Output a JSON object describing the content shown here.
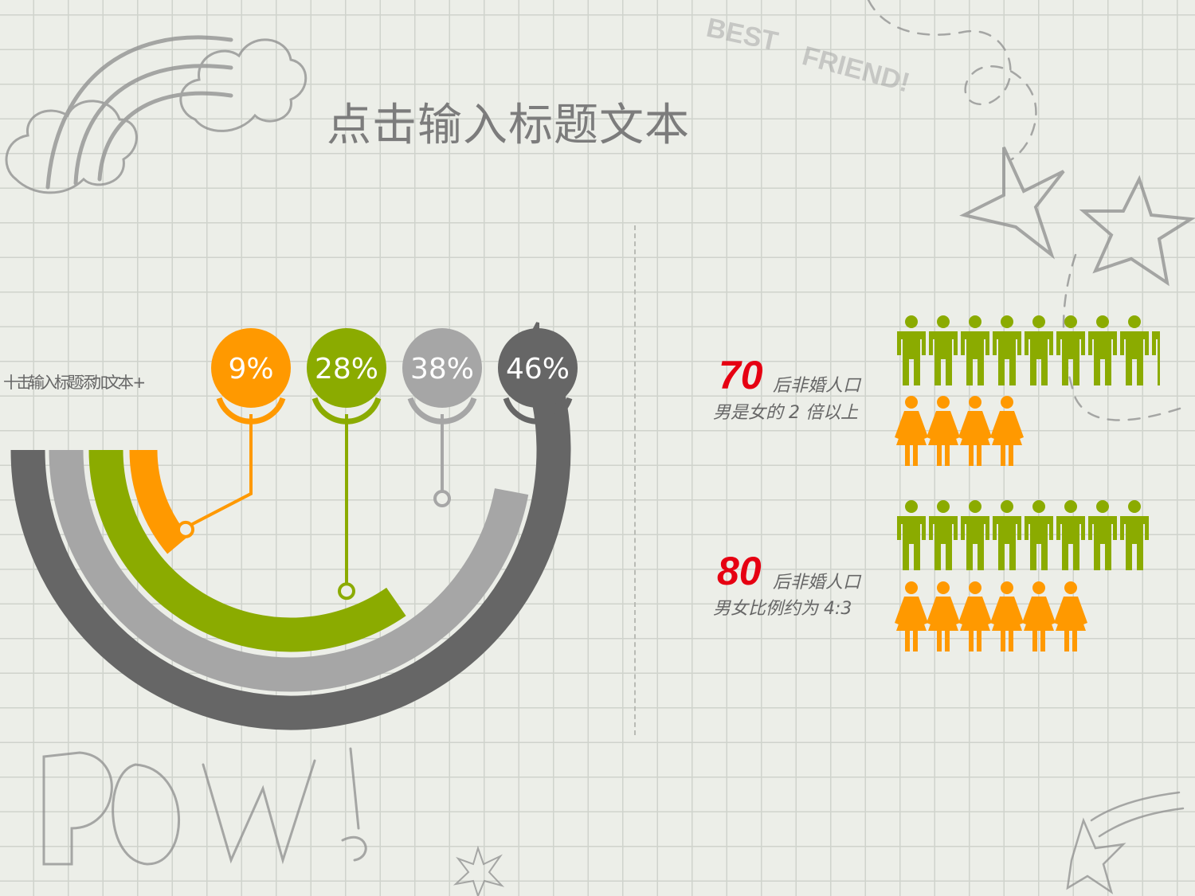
{
  "slide": {
    "title": "点击输入标题文本",
    "side_label": "十击输入标题添加文本 +"
  },
  "chart_data": [
    {
      "type": "radial-bar",
      "values": [
        9,
        28,
        38,
        46
      ],
      "labels": [
        "9%",
        "28%",
        "38%",
        "46%"
      ],
      "colors": [
        "#ff9900",
        "#8bab00",
        "#a6a6a6",
        "#666666"
      ]
    },
    {
      "type": "pictograph",
      "groups": [
        {
          "number": "70",
          "text": "后非婚人口",
          "note": "男是女的 2 倍以上",
          "male_icons": 8.5,
          "female_icons": 4
        },
        {
          "number": "80",
          "text": "后非婚人口",
          "note": "男女比例约为 4:3",
          "male_icons": 8,
          "female_icons": 6
        }
      ],
      "male_color": "#8bab00",
      "female_color": "#ff9900"
    }
  ],
  "doodles": {
    "sticker_text": "POW!"
  }
}
